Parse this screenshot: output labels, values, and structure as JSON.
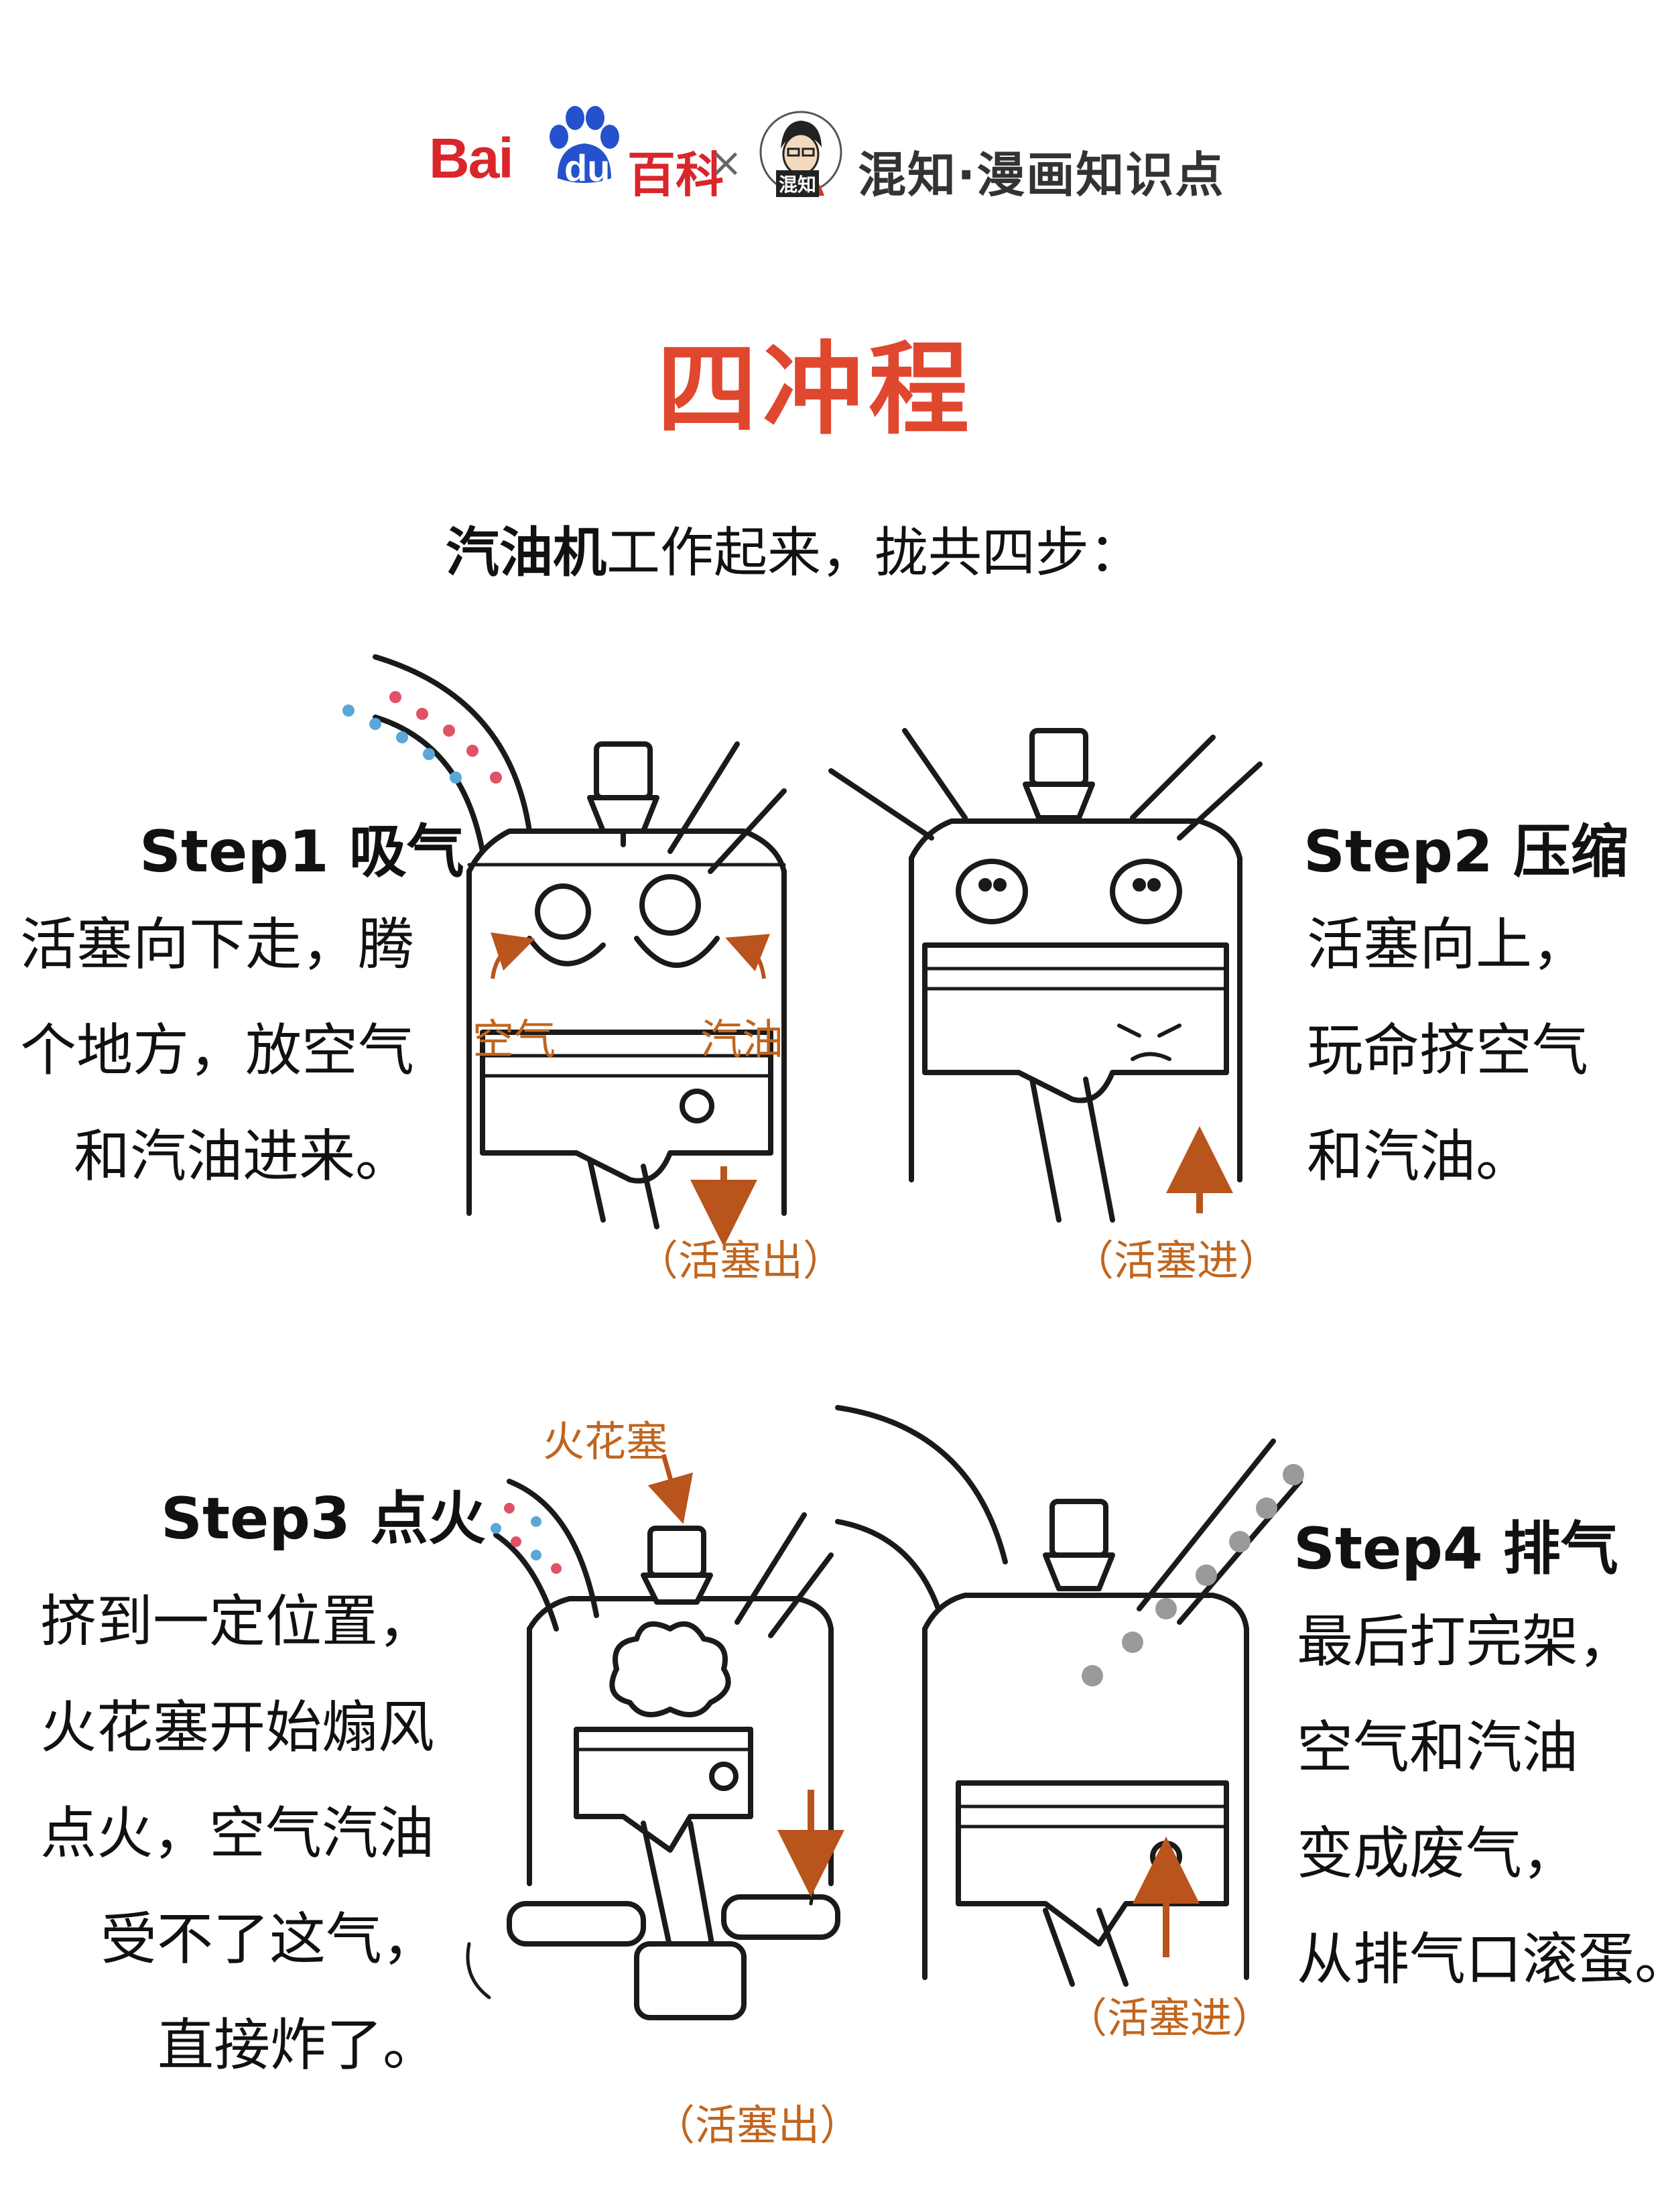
{
  "header": {
    "baidu_bai": "Bai",
    "baidu_du": "du",
    "baike": "百科",
    "times": "×",
    "avatar_tag": "混知",
    "hunzhi_title": "混知·漫画知识点"
  },
  "title": "四冲程",
  "subtitle": {
    "bold": "汽油机",
    "rest": "工作起来，拢共四步："
  },
  "steps": [
    {
      "heading": "Step1 吸气",
      "lines": [
        "活塞向下走，腾",
        "个地方，放空气",
        "和汽油进来。"
      ],
      "labels": {
        "air": "空气",
        "fuel": "汽油",
        "piston": "（活塞出）"
      }
    },
    {
      "heading": "Step2 压缩",
      "lines": [
        "活塞向上，",
        "玩命挤空气",
        "和汽油。"
      ],
      "labels": {
        "piston": "（活塞进）"
      }
    },
    {
      "heading": "Step3 点火",
      "lines": [
        "挤到一定位置，",
        "火花塞开始煽风",
        "点火，空气汽油",
        "受不了这气，",
        "直接炸了。"
      ],
      "labels": {
        "spark": "火花塞",
        "piston": "（活塞出）"
      }
    },
    {
      "heading": "Step4 排气",
      "lines": [
        "最后打完架，",
        "空气和汽油",
        "变成废气，",
        "从排气口滚蛋。"
      ],
      "labels": {
        "piston": "（活塞进）"
      }
    }
  ],
  "colors": {
    "title": "#e0472f",
    "brand": "#d9262b",
    "label": "#c0651e",
    "arrow": "#b8541c"
  }
}
